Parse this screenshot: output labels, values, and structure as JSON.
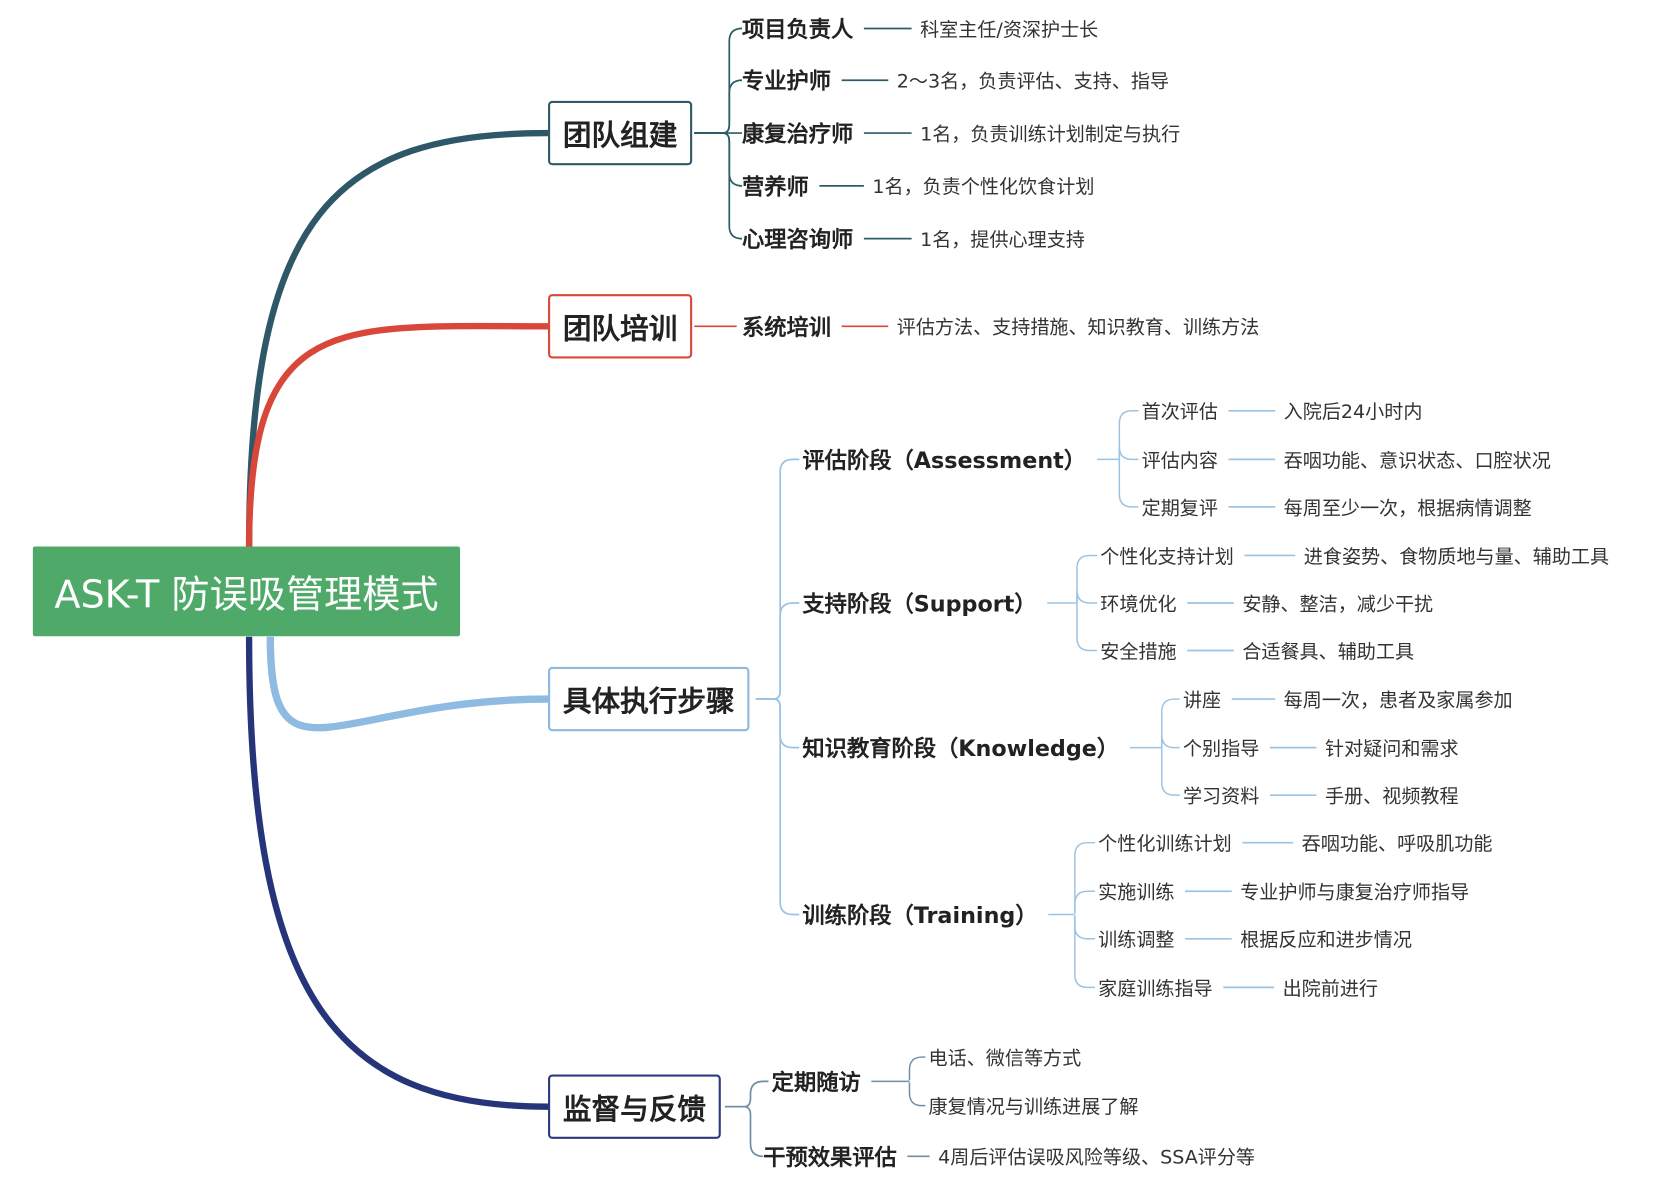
{
  "root": {
    "label": "ASK-T 防误吸管理模式",
    "color": "#4fa968"
  },
  "branches": [
    {
      "label": "团队组建",
      "color": "#2f5b68",
      "children": [
        {
          "label": "项目负责人",
          "detail": "科室主任/资深护士长"
        },
        {
          "label": "专业护师",
          "detail": "2～3名，负责评估、支持、指导"
        },
        {
          "label": "康复治疗师",
          "detail": "1名，负责训练计划制定与执行"
        },
        {
          "label": "营养师",
          "detail": "1名，负责个性化饮食计划"
        },
        {
          "label": "心理咨询师",
          "detail": "1名，提供心理支持"
        }
      ]
    },
    {
      "label": "团队培训",
      "color": "#d9473a",
      "children": [
        {
          "label": "系统培训",
          "detail": "评估方法、支持措施、知识教育、训练方法"
        }
      ]
    },
    {
      "label": "具体执行步骤",
      "color": "#8db8df",
      "children": [
        {
          "label": "评估阶段（Assessment）",
          "children": [
            {
              "label": "首次评估",
              "detail": "入院后24小时内"
            },
            {
              "label": "评估内容",
              "detail": "吞咽功能、意识状态、口腔状况"
            },
            {
              "label": "定期复评",
              "detail": "每周至少一次，根据病情调整"
            }
          ]
        },
        {
          "label": "支持阶段（Support）",
          "children": [
            {
              "label": "个性化支持计划",
              "detail": "进食姿势、食物质地与量、辅助工具"
            },
            {
              "label": "环境优化",
              "detail": "安静、整洁，减少干扰"
            },
            {
              "label": "安全措施",
              "detail": "合适餐具、辅助工具"
            }
          ]
        },
        {
          "label": "知识教育阶段（Knowledge）",
          "children": [
            {
              "label": "讲座",
              "detail": "每周一次，患者及家属参加"
            },
            {
              "label": "个别指导",
              "detail": "针对疑问和需求"
            },
            {
              "label": "学习资料",
              "detail": "手册、视频教程"
            }
          ]
        },
        {
          "label": "训练阶段（Training）",
          "children": [
            {
              "label": "个性化训练计划",
              "detail": "吞咽功能、呼吸肌功能"
            },
            {
              "label": "实施训练",
              "detail": "专业护师与康复治疗师指导"
            },
            {
              "label": "训练调整",
              "detail": "根据反应和进步情况"
            },
            {
              "label": "家庭训练指导",
              "detail": "出院前进行"
            }
          ]
        }
      ]
    },
    {
      "label": "监督与反馈",
      "color": "#2c3a7c",
      "children": [
        {
          "label": "定期随访",
          "children": [
            {
              "label": "电话、微信等方式"
            },
            {
              "label": "康复情况与训练进展了解"
            }
          ]
        },
        {
          "label": "干预效果评估",
          "detail": "4周后评估误吸风险等级、SSA评分等"
        }
      ]
    }
  ]
}
